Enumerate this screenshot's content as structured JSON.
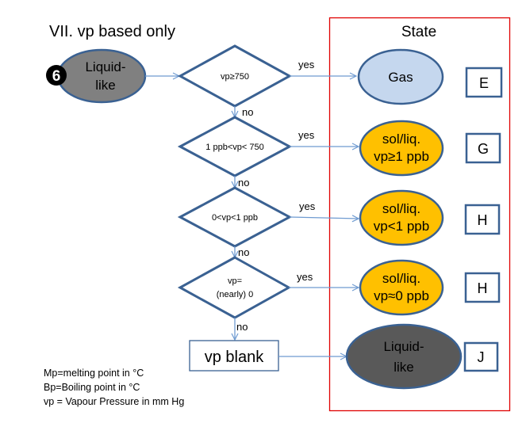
{
  "title": "VII. vp based only",
  "state_panel": {
    "title": "State"
  },
  "start_node": {
    "badge": "6",
    "lines": [
      "Liquid-",
      "like"
    ]
  },
  "decisions": [
    {
      "lines": [
        "vp≥750"
      ],
      "yes_label": "yes",
      "no_label": "no"
    },
    {
      "lines": [
        "1 ppb<vp< 750"
      ],
      "yes_label": "yes",
      "no_label": "no"
    },
    {
      "lines": [
        "0<vp<1 ppb"
      ],
      "yes_label": "yes",
      "no_label": "no"
    },
    {
      "lines": [
        "vp=",
        "(nearly) 0"
      ],
      "yes_label": "yes",
      "no_label": "no"
    }
  ],
  "fallback_box": {
    "label": "vp blank"
  },
  "states": [
    {
      "lines": [
        "Gas"
      ],
      "code": "E",
      "kind": "gas"
    },
    {
      "lines": [
        "sol/liq.",
        "vp≥1 ppb"
      ],
      "code": "G",
      "kind": "sol-liq"
    },
    {
      "lines": [
        "sol/liq.",
        "vp<1 ppb"
      ],
      "code": "H",
      "kind": "sol-liq"
    },
    {
      "lines": [
        "sol/liq.",
        "vp≈0 ppb"
      ],
      "code": "H",
      "kind": "sol-liq"
    },
    {
      "lines": [
        "Liquid-",
        "like"
      ],
      "code": "J",
      "kind": "liquid-like"
    }
  ],
  "legend": [
    "Mp=melting point in °C",
    "Bp=Boiling point in °C",
    "vp = Vapour Pressure in mm  Hg"
  ],
  "colors": {
    "outline": "#3A6192",
    "connector": "#6F9BD1",
    "state_border": "#E00000",
    "gas_fill": "#C5D7EE",
    "sol_liq_fill": "#FFC000",
    "start_fill": "#808080",
    "liquid_like_fill": "#595959",
    "badge_fill": "#000000",
    "badge_text": "#FFFFFF"
  }
}
